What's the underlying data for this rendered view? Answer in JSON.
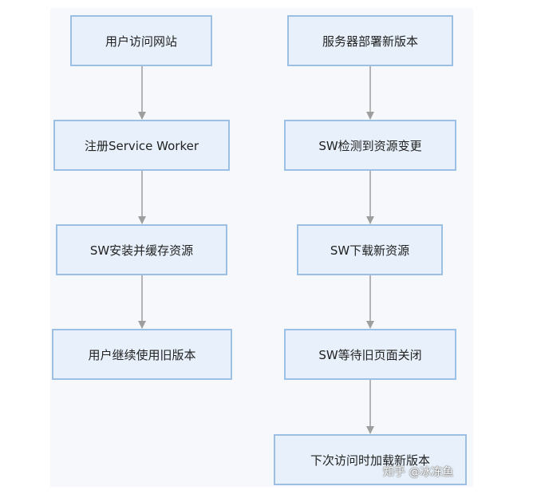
{
  "left_flow": [
    {
      "label": "用户访问网站"
    },
    {
      "label": "注册Service Worker"
    },
    {
      "label": "SW安装并缓存资源"
    },
    {
      "label": "用户继续使用旧版本"
    }
  ],
  "right_flow": [
    {
      "label": "服务器部署新版本"
    },
    {
      "label": "SW检测到资源变更"
    },
    {
      "label": "SW下载新资源"
    },
    {
      "label": "SW等待旧页面关闭"
    },
    {
      "label": "下次访问时加载新版本"
    }
  ],
  "watermark": "知乎 @冰冻鱼",
  "colors": {
    "node_fill": "#e8f1fb",
    "node_border": "#9cc0e4",
    "arrow": "#9e9e9e",
    "background": "#f7f8fb"
  }
}
